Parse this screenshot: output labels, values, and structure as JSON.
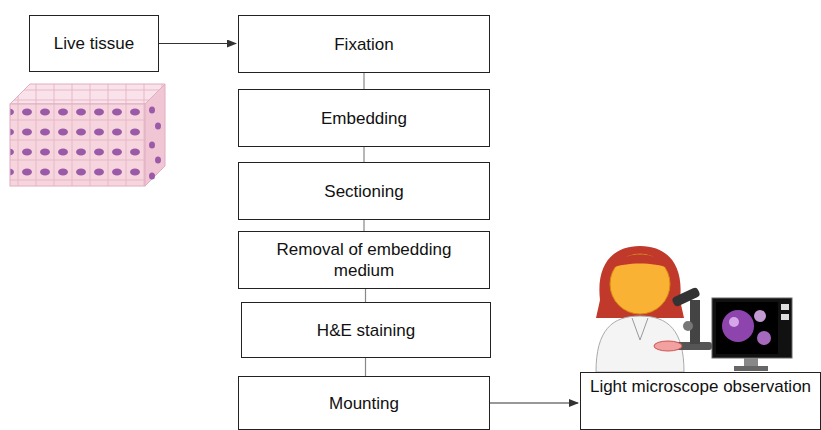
{
  "diagram": {
    "nodes": [
      {
        "text": [
          "Live tissue"
        ]
      },
      {
        "text": [
          "Fixation"
        ]
      },
      {
        "text": [
          "Embedding"
        ]
      },
      {
        "text": [
          "Sectioning"
        ]
      },
      {
        "text": [
          "Removal of embedding medium"
        ]
      },
      {
        "text": [
          "H&E staining"
        ]
      },
      {
        "text": [
          "Mounting"
        ]
      },
      {
        "text": [
          "Light microscope observation"
        ]
      }
    ],
    "edges": [
      {
        "from": 0,
        "to": 1,
        "arrow": "to"
      },
      {
        "from": 1,
        "to": 2,
        "arrow": "none"
      },
      {
        "from": 2,
        "to": 3,
        "arrow": "none"
      },
      {
        "from": 3,
        "to": 4,
        "arrow": "none"
      },
      {
        "from": 4,
        "to": 5,
        "arrow": "none"
      },
      {
        "from": 5,
        "to": 6,
        "arrow": "none"
      },
      {
        "from": 6,
        "to": 7,
        "arrow": "to"
      }
    ]
  }
}
